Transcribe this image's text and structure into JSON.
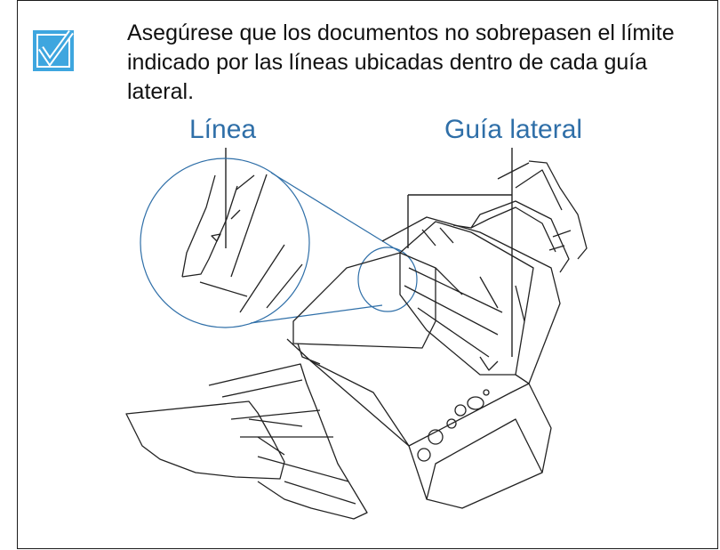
{
  "note": {
    "text": "Asegúrese que los documentos no sobrepasen el límite indicado por las líneas ubicadas dentro de cada guía lateral.",
    "icon": "checkmark-icon",
    "icon_color": "#3ea6df"
  },
  "callouts": {
    "line_label": "Línea",
    "side_guide_label": "Guía lateral",
    "color": "#2f6fa8"
  }
}
